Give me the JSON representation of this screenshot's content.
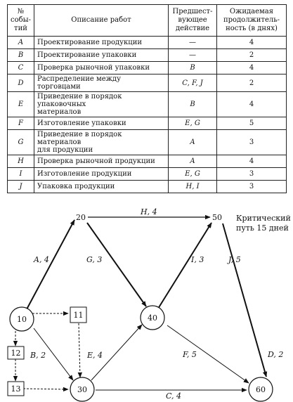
{
  "table": {
    "headers": {
      "num": [
        "№",
        "собы-",
        "тий"
      ],
      "desc": "Описание работ",
      "pred": [
        "Предшест-",
        "вующее",
        "действие"
      ],
      "dur": [
        "Ожидаемая",
        "продолжитель-",
        "ность (в днях)"
      ]
    },
    "rows": [
      {
        "code": "A",
        "desc": [
          "Проектирование продукции"
        ],
        "pred": "—",
        "dur": "4"
      },
      {
        "code": "B",
        "desc": [
          "Проектирование упаковки"
        ],
        "pred": "—",
        "dur": "2"
      },
      {
        "code": "C",
        "desc": [
          "Проверка рыночной упаковки"
        ],
        "pred": "B",
        "dur": "4"
      },
      {
        "code": "D",
        "desc": [
          "Распределение между торговцами"
        ],
        "pred": "C, F, J",
        "dur": "2"
      },
      {
        "code": "E",
        "desc": [
          "Приведение в порядок упаковочных",
          "материалов"
        ],
        "pred": "B",
        "dur": "4"
      },
      {
        "code": "F",
        "desc": [
          "Изготовление упаковки"
        ],
        "pred": "E, G",
        "dur": "5"
      },
      {
        "code": "G",
        "desc": [
          "Приведение в порядок материалов",
          "для продукции"
        ],
        "pred": "A",
        "dur": "3"
      },
      {
        "code": "H",
        "desc": [
          "Проверка рыночной продукции"
        ],
        "pred": "A",
        "dur": "4"
      },
      {
        "code": "I",
        "desc": [
          "Изготовление продукции"
        ],
        "pred": "E, G",
        "dur": "3"
      },
      {
        "code": "J",
        "desc": [
          "Упаковка продукции"
        ],
        "pred": "H, I",
        "dur": "3"
      }
    ]
  },
  "network": {
    "nodes": {
      "n10": "10",
      "n20": "20",
      "n30": "30",
      "n40": "40",
      "n50": "50",
      "n60": "60",
      "d11": "11",
      "d12": "12",
      "d13": "13"
    },
    "edges": {
      "a": "A, 4",
      "h": "H, 4",
      "g": "G, 3",
      "i": "I, 3",
      "j": "J, 5",
      "b": "B, 2",
      "e": "E, 4",
      "f": "F, 5",
      "d": "D, 2",
      "c": "C, 4"
    },
    "note": [
      "Критический",
      "путь 15 дней"
    ]
  }
}
